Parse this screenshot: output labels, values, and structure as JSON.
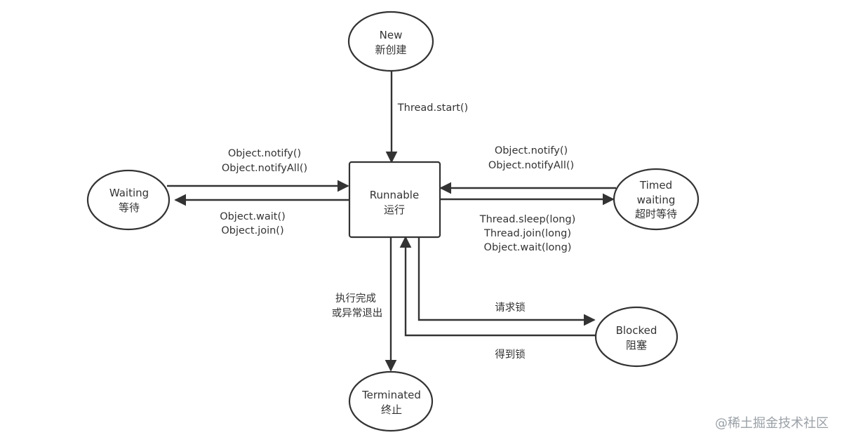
{
  "diagram": {
    "nodes": {
      "new": {
        "line1": "New",
        "line2": "新创建"
      },
      "runnable": {
        "line1": "Runnable",
        "line2": "运行"
      },
      "waiting": {
        "line1": "Waiting",
        "line2": "等待"
      },
      "timed_waiting": {
        "line1": "Timed",
        "line2": "waiting",
        "line3": "超时等待"
      },
      "blocked": {
        "line1": "Blocked",
        "line2": "阻塞"
      },
      "terminated": {
        "line1": "Terminated",
        "line2": "终止"
      }
    },
    "edges": {
      "new_to_runnable": [
        "Thread.start()"
      ],
      "waiting_to_runnable": [
        "Object.notify()",
        "Object.notifyAll()"
      ],
      "runnable_to_waiting": [
        "Object.wait()",
        "Object.join()"
      ],
      "timed_to_runnable": [
        "Object.notify()",
        "Object.notifyAll()"
      ],
      "runnable_to_timed": [
        "Thread.sleep(long)",
        "Thread.join(long)",
        "Object.wait(long)"
      ],
      "runnable_to_terminated": [
        "执行完成",
        "或异常退出"
      ],
      "runnable_to_blocked": [
        "请求锁"
      ],
      "blocked_to_runnable": [
        "得到锁"
      ]
    }
  },
  "watermark": "@稀土掘金技术社区"
}
